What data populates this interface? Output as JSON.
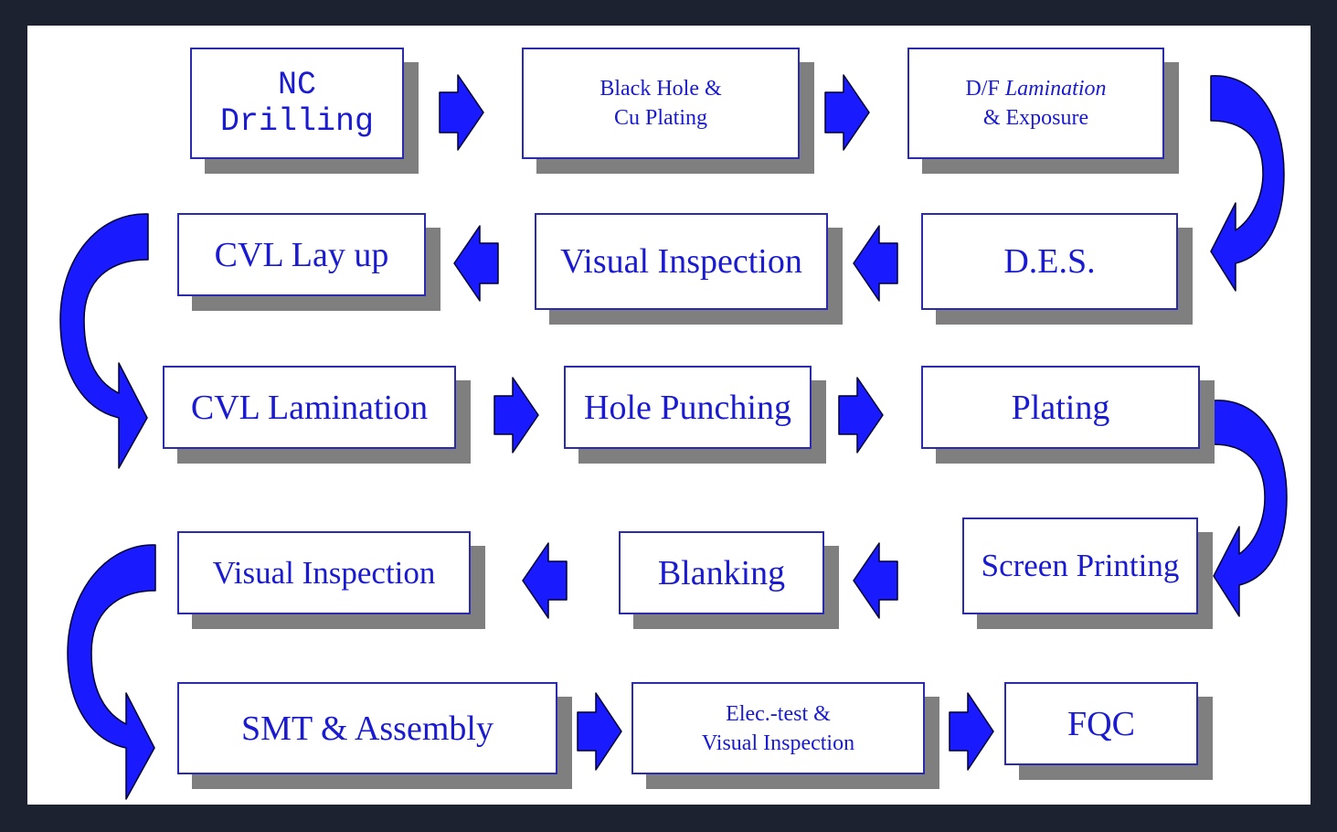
{
  "diagram": {
    "steps": [
      {
        "id": "nc-drilling",
        "label": "NC Drilling"
      },
      {
        "id": "black-hole-cu-plating",
        "label": "Black Hole &\nCu Plating"
      },
      {
        "id": "df-lamination-exposure",
        "label_pre": "D/F ",
        "label_em": "Lamination",
        "label_post": "\n& Exposure"
      },
      {
        "id": "des",
        "label": "D.E.S."
      },
      {
        "id": "visual-inspection-1",
        "label": "Visual Inspection"
      },
      {
        "id": "cvl-lay-up",
        "label": "CVL Lay up"
      },
      {
        "id": "cvl-lamination",
        "label": "CVL Lamination"
      },
      {
        "id": "hole-punching",
        "label": "Hole Punching"
      },
      {
        "id": "plating",
        "label": "Plating"
      },
      {
        "id": "screen-printing",
        "label": "Screen Printing"
      },
      {
        "id": "blanking",
        "label": "Blanking"
      },
      {
        "id": "visual-inspection-2",
        "label": "Visual Inspection"
      },
      {
        "id": "smt-assembly",
        "label": "SMT & Assembly"
      },
      {
        "id": "elec-test-visual-inspection",
        "label": "Elec.-test &\nVisual Inspection"
      },
      {
        "id": "fqc",
        "label": "FQC"
      }
    ],
    "colors": {
      "box_border": "#2b2bb0",
      "box_text": "#1a1ad0",
      "box_shadow": "#7f7f7f",
      "arrow_fill": "#1a1aff",
      "arrow_stroke": "#000033",
      "background": "#1c2230",
      "panel": "#ffffff"
    }
  }
}
